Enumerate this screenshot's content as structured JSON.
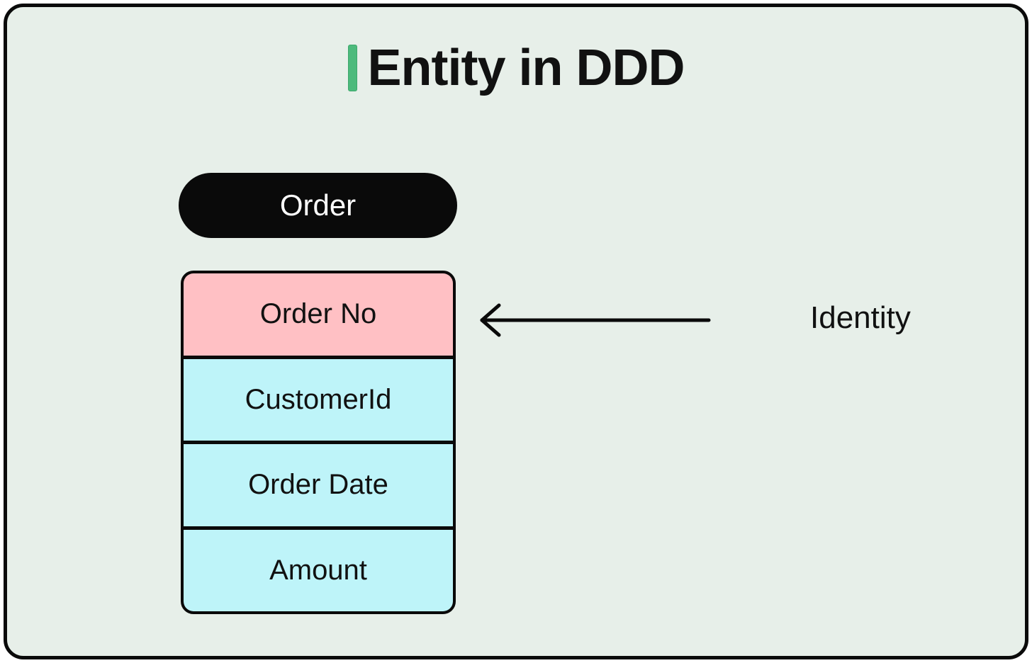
{
  "frame": {
    "background_color": "#e7efe9",
    "border_color": "#0a0a0a"
  },
  "title": {
    "text": "Entity in DDD",
    "accent_bar_color": "#4dba7c"
  },
  "entity": {
    "name": "Order",
    "name_pill_color": "#0a0a0a",
    "fields": [
      {
        "label": "Order No",
        "color": "#ffc0c4"
      },
      {
        "label": "CustomerId",
        "color": "#bef4f9"
      },
      {
        "label": "Order Date",
        "color": "#bef4f9"
      },
      {
        "label": "Amount",
        "color": "#bef4f9"
      }
    ]
  },
  "annotation": {
    "label": "Identity",
    "arrow_direction": "left",
    "arrow_color": "#0a0a0a"
  }
}
